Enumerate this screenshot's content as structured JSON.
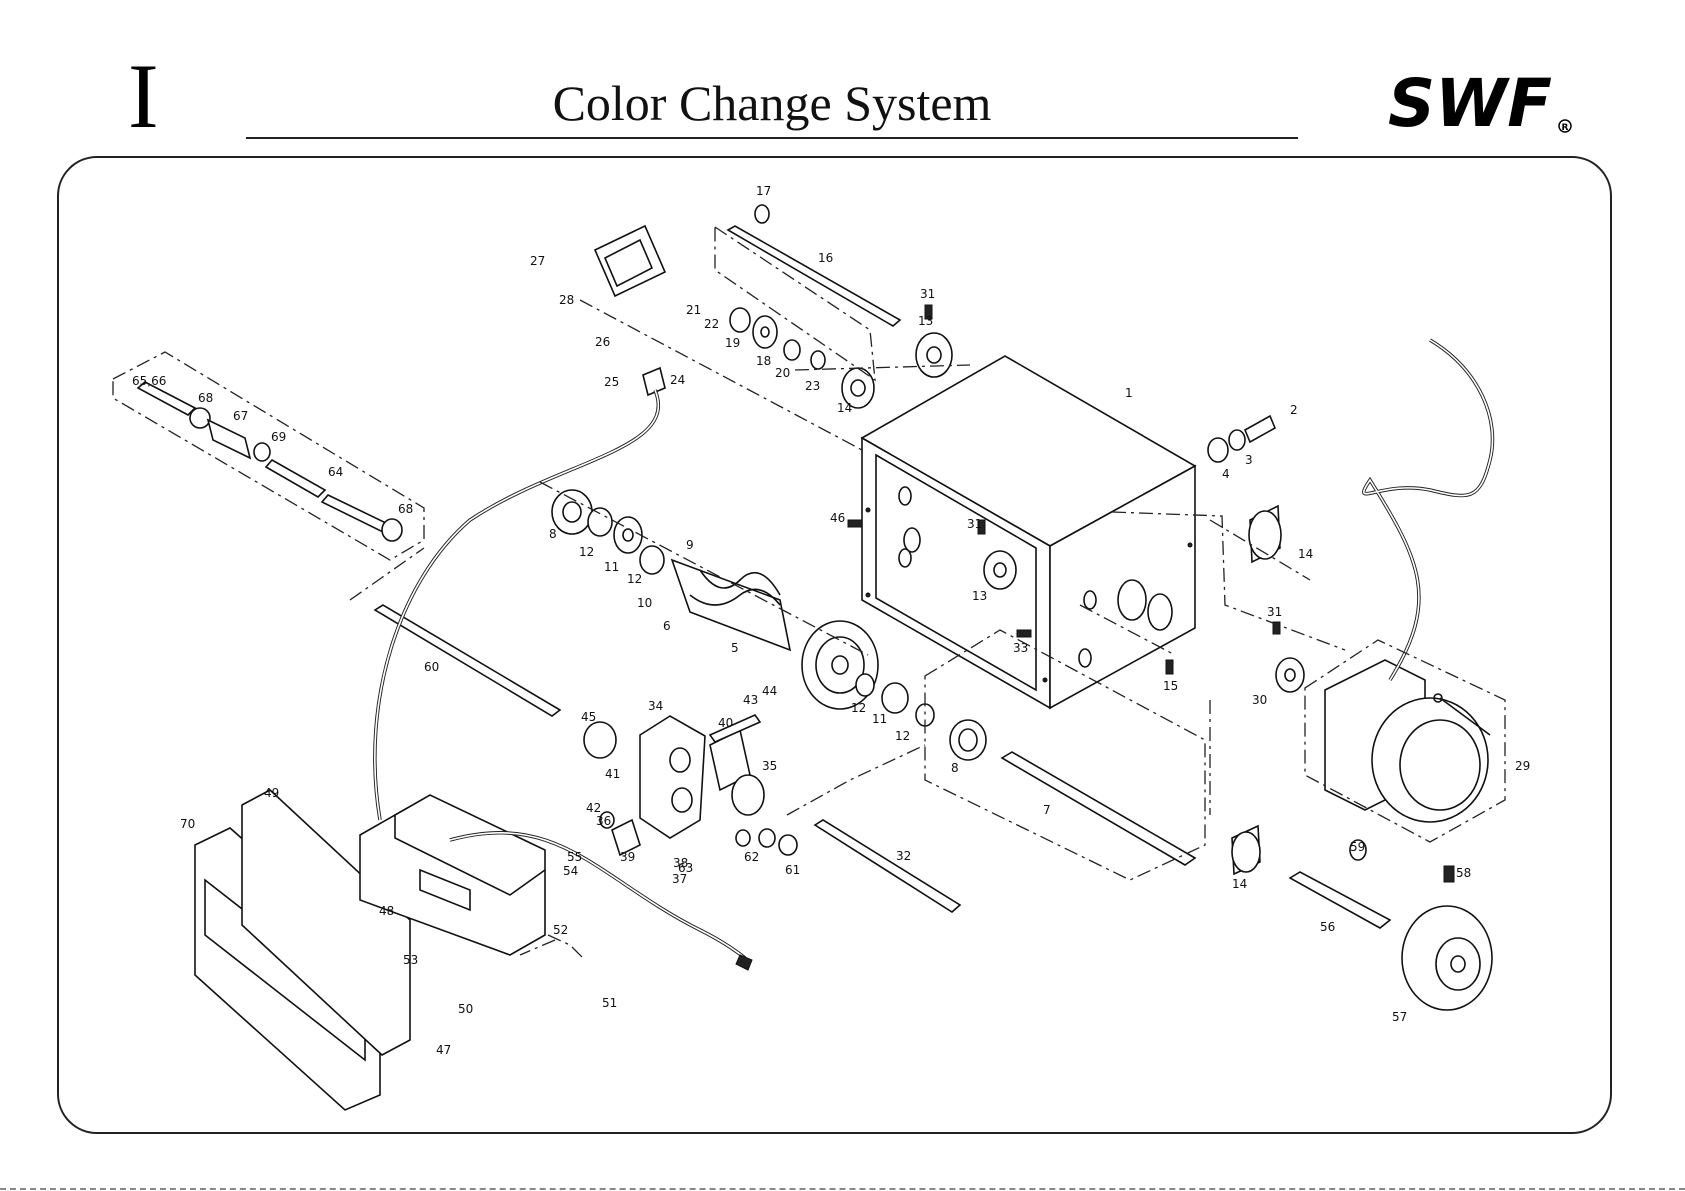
{
  "header": {
    "section": "I",
    "title": "Color Change System",
    "logo_text": "SWF"
  },
  "parts": [
    {
      "id": "1",
      "label": "1"
    },
    {
      "id": "2",
      "label": "2"
    },
    {
      "id": "3",
      "label": "3"
    },
    {
      "id": "4",
      "label": "4"
    },
    {
      "id": "5",
      "label": "5"
    },
    {
      "id": "6",
      "label": "6"
    },
    {
      "id": "7",
      "label": "7"
    },
    {
      "id": "8a",
      "label": "8"
    },
    {
      "id": "8b",
      "label": "8"
    },
    {
      "id": "9",
      "label": "9"
    },
    {
      "id": "10",
      "label": "10"
    },
    {
      "id": "11a",
      "label": "11"
    },
    {
      "id": "11b",
      "label": "11"
    },
    {
      "id": "12a",
      "label": "12"
    },
    {
      "id": "12b",
      "label": "12"
    },
    {
      "id": "12c",
      "label": "12"
    },
    {
      "id": "12d",
      "label": "12"
    },
    {
      "id": "13a",
      "label": "13"
    },
    {
      "id": "13b",
      "label": "13"
    },
    {
      "id": "14a",
      "label": "14"
    },
    {
      "id": "14b",
      "label": "14"
    },
    {
      "id": "14c",
      "label": "14"
    },
    {
      "id": "15",
      "label": "15"
    },
    {
      "id": "16",
      "label": "16"
    },
    {
      "id": "17",
      "label": "17"
    },
    {
      "id": "18",
      "label": "18"
    },
    {
      "id": "19",
      "label": "19"
    },
    {
      "id": "20",
      "label": "20"
    },
    {
      "id": "21",
      "label": "21"
    },
    {
      "id": "22",
      "label": "22"
    },
    {
      "id": "23",
      "label": "23"
    },
    {
      "id": "24",
      "label": "24"
    },
    {
      "id": "25",
      "label": "25"
    },
    {
      "id": "26",
      "label": "26"
    },
    {
      "id": "27",
      "label": "27"
    },
    {
      "id": "28",
      "label": "28"
    },
    {
      "id": "29",
      "label": "29"
    },
    {
      "id": "30",
      "label": "30"
    },
    {
      "id": "31a",
      "label": "31"
    },
    {
      "id": "31b",
      "label": "31"
    },
    {
      "id": "31c",
      "label": "31"
    },
    {
      "id": "32",
      "label": "32"
    },
    {
      "id": "33",
      "label": "33"
    },
    {
      "id": "34",
      "label": "34"
    },
    {
      "id": "35",
      "label": "35"
    },
    {
      "id": "36",
      "label": "36"
    },
    {
      "id": "37",
      "label": "37"
    },
    {
      "id": "38",
      "label": "38"
    },
    {
      "id": "39",
      "label": "39"
    },
    {
      "id": "40",
      "label": "40"
    },
    {
      "id": "41",
      "label": "41"
    },
    {
      "id": "42",
      "label": "42"
    },
    {
      "id": "43",
      "label": "43"
    },
    {
      "id": "44",
      "label": "44"
    },
    {
      "id": "45",
      "label": "45"
    },
    {
      "id": "46",
      "label": "46"
    },
    {
      "id": "47",
      "label": "47"
    },
    {
      "id": "48",
      "label": "48"
    },
    {
      "id": "49",
      "label": "49"
    },
    {
      "id": "50",
      "label": "50"
    },
    {
      "id": "51",
      "label": "51"
    },
    {
      "id": "52",
      "label": "52"
    },
    {
      "id": "53",
      "label": "53"
    },
    {
      "id": "54",
      "label": "54"
    },
    {
      "id": "55",
      "label": "55"
    },
    {
      "id": "56",
      "label": "56"
    },
    {
      "id": "57",
      "label": "57"
    },
    {
      "id": "58",
      "label": "58"
    },
    {
      "id": "59",
      "label": "59"
    },
    {
      "id": "60",
      "label": "60"
    },
    {
      "id": "61",
      "label": "61"
    },
    {
      "id": "62",
      "label": "62"
    },
    {
      "id": "63",
      "label": "63"
    },
    {
      "id": "64",
      "label": "64"
    },
    {
      "id": "65_66",
      "label": "65,66"
    },
    {
      "id": "67",
      "label": "67"
    },
    {
      "id": "68a",
      "label": "68"
    },
    {
      "id": "68b",
      "label": "68"
    },
    {
      "id": "69",
      "label": "69"
    },
    {
      "id": "70",
      "label": "70"
    }
  ]
}
